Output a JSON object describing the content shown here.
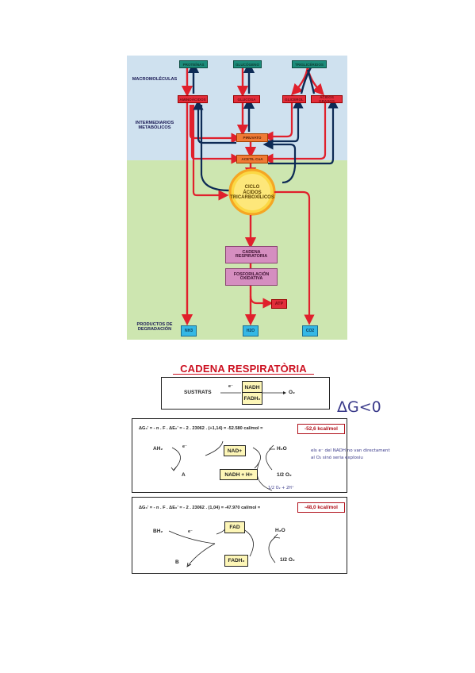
{
  "metabolism": {
    "row_labels": {
      "macromoleculas": "MACROMOLÉCULAS",
      "intermediarios": "INTERMEDIARIOS\nMETABÓLICOS",
      "productos": "PRODUCTOS DE\nDEGRADACIÓN"
    },
    "macromolecules": [
      "PROTEÍNAS",
      "GLUCÓGENO",
      "TRIGLICÉRIDOS"
    ],
    "intermediates": [
      "AMINOÁCIDOS",
      "GLUCOSA",
      "GLICEROL",
      "ÁCIDOS GRASOS"
    ],
    "piruvato": "PIRUVATO",
    "acetil": "ACETIL CoA",
    "cycle": "CICLO\nÁCIDOS\nTRICARBOXÍLICOS",
    "cadena": "CADENA\nRESPIRATORIA",
    "fosforilacion": "FOSFORILACIÓN\nOXIDATIVA",
    "atp": "ATP",
    "products": [
      "NH3",
      "H2O",
      "CO2"
    ]
  },
  "respiratory": {
    "title": "CADENA RESPIRATÒRIA",
    "sustrats": "SUSTRATS",
    "electron": "e⁻",
    "nadh": "NADH",
    "fadh2": "FADH₂",
    "o2": "O₂",
    "handwritten_delta": "ΔG<0",
    "panel1": {
      "equation": "ΔG₀' = - n . F . ΔE₀' = - 2 . 23062 . (+1,14) = -52.580 cal/mol =",
      "result": "-52,6 kcal/mol",
      "ah2": "AH₂",
      "a": "A",
      "e": "e⁻",
      "nadplus": "NAD+",
      "nadh_h": "NADH + H+",
      "h2o": "H₂O",
      "half_o2": "1/2 O₂",
      "note": "els e⁻ del NADH no van directament\nal O₂ sinó seria explosiu"
    },
    "handwritten_middle": "1/2 O₂ + 2H⁺",
    "panel2": {
      "equation": "ΔG₀' = - n . F . ΔE₀' = - 2 . 23062 . (1,04) = -47.970 cal/mol =",
      "result": "-48,0 kcal/mol",
      "bh2": "BH₂",
      "b": "B",
      "e": "e⁻",
      "fad": "FAD",
      "fadh2": "FADH₂",
      "h2o": "H₂O",
      "half_o2": "1/2 O₂"
    }
  }
}
